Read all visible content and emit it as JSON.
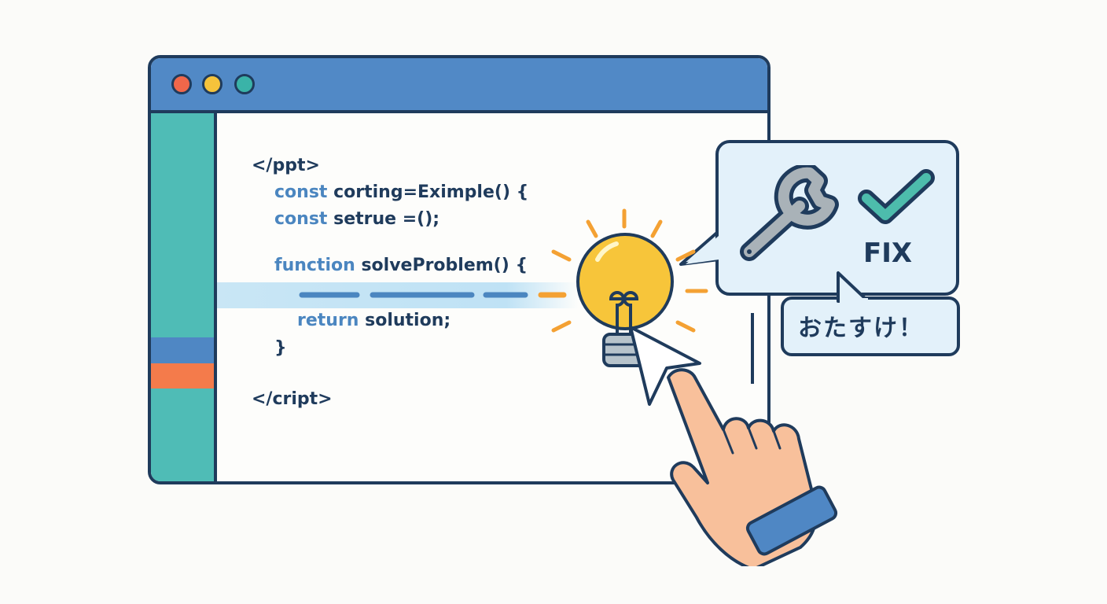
{
  "code_lines": {
    "l1": "</ppt>",
    "l2_kw": "const",
    "l2_rest": " corting=Eximple() {",
    "l3_kw": "const",
    "l3_rest": " setrue =();",
    "l4_kw": "function",
    "l4_rest": " solveProblem() {",
    "l5_kw": "return",
    "l5_rest": " solution;",
    "l6": "}",
    "l7": "</cript>"
  },
  "bubble": {
    "fix_label": "FIX",
    "message": "おたすけ！"
  },
  "icons": [
    "window-dot-red",
    "window-dot-yellow",
    "window-dot-green",
    "lightbulb-icon",
    "wrench-icon",
    "checkmark-icon",
    "cursor-arrow-icon",
    "pointing-hand-icon"
  ],
  "colors": {
    "navy": "#1f3b5c",
    "titlebar": "#5189c6",
    "sidebar": "#4fbcb6",
    "orange": "#f47b4b",
    "yellow": "#f7c53a",
    "teal": "#4dbcac"
  }
}
